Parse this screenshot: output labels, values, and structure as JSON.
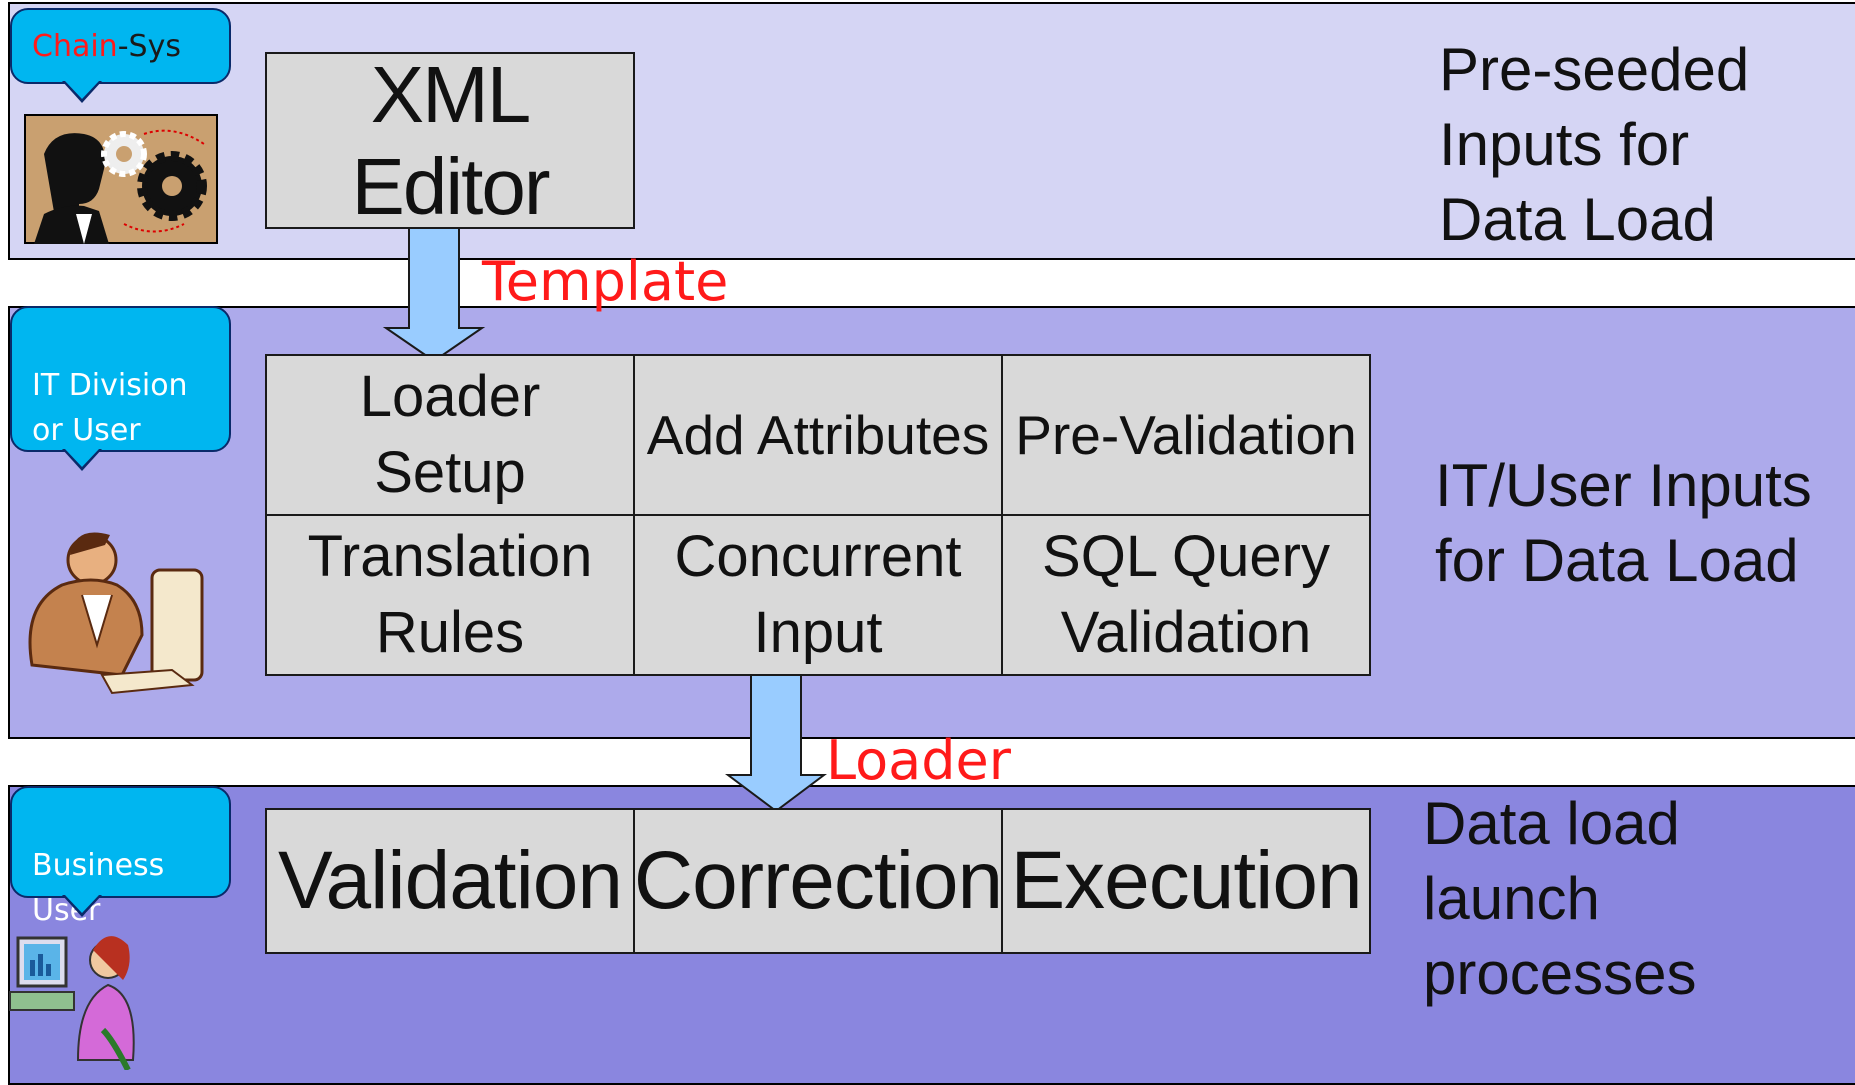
{
  "rows": [
    {
      "role": {
        "prefix": "Chain",
        "suffix": "-Sys"
      },
      "boxes": [
        "XML Editor"
      ],
      "description": "Pre-seeded\nInputs for\nData Load"
    },
    {
      "role": {
        "text": "IT Division\nor User"
      },
      "boxes": [
        "Loader\nSetup",
        "Add Attributes",
        "Pre-Validation",
        "Translation\nRules",
        "Concurrent\nInput",
        "SQL Query\nValidation"
      ],
      "description": "IT/User Inputs\nfor Data Load"
    },
    {
      "role": {
        "text": "Business\nUser"
      },
      "boxes": [
        "Validation",
        "Correction",
        "Execution"
      ],
      "description": "Data load launch\nprocesses"
    }
  ],
  "arrows": [
    {
      "label": "Template"
    },
    {
      "label": "Loader"
    }
  ],
  "colors": {
    "band1": "#d5d5f4",
    "band2": "#adaaeb",
    "band3": "#8a86df",
    "callout": "#00b6f0",
    "box": "#d9d9d9",
    "arrow": "#99ccff",
    "label_red": "#ff1a1a"
  },
  "icons": [
    "gear-person-icon",
    "person-computer-icon",
    "woman-computer-icon"
  ]
}
